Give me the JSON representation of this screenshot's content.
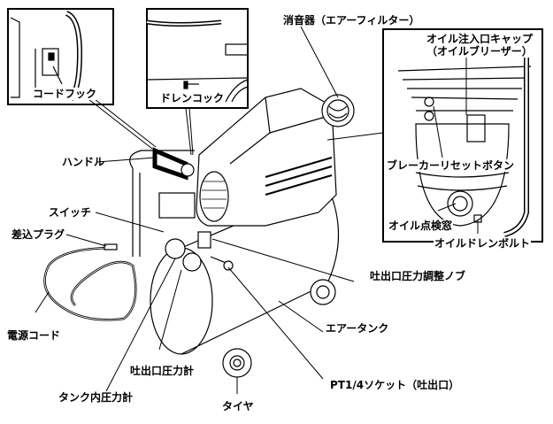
{
  "labels": {
    "cord_hook": "コードフック",
    "drain_cock": "ドレンコック",
    "muffler": "消音器（エアーフィルター）",
    "oil_cap_line1": "オイル注入口キャップ",
    "oil_cap_line2": "（オイルブリーザー）",
    "handle": "ハンドル",
    "breaker_reset": "ブレーカーリセットボタン",
    "switch": "スイッチ",
    "oil_window": "オイル点検窓",
    "plug": "差込プラグ",
    "oil_drain_bolt": "オイルドレンボルト",
    "outlet_regulator": "吐出口圧力調整ノブ",
    "power_cord": "電源コード",
    "air_tank": "エアータンク",
    "outlet_gauge": "吐出口圧力計",
    "socket": "PT1/4ソケット（吐出口）",
    "tank_gauge": "タンク内圧力計",
    "tire": "タイヤ"
  },
  "colors": {
    "line": "#000000",
    "background": "#ffffff"
  }
}
